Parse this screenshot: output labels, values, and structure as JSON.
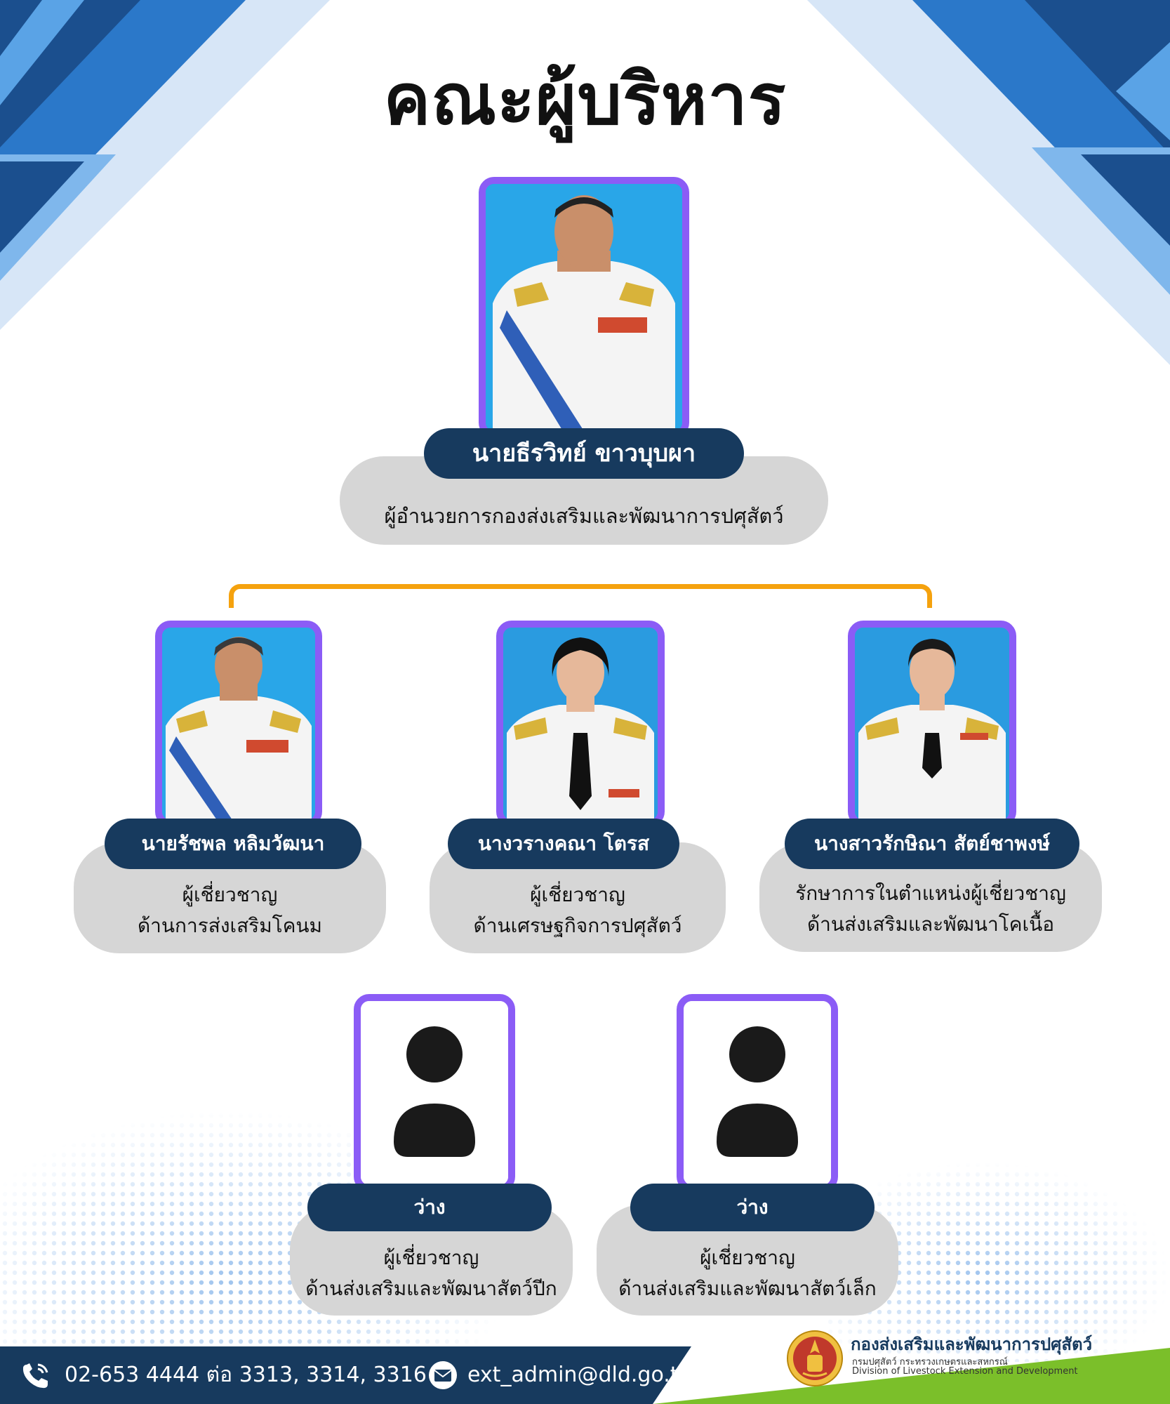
{
  "title": "คณะผู้บริหาร",
  "colors": {
    "frame_purple": "#8b5cf6",
    "name_navy": "#173a5e",
    "role_gray": "#d6d6d6",
    "connector_orange": "#f5a20e",
    "photo_blue": "#29a6e8"
  },
  "director": {
    "name": "นายธีรวิทย์ ขาวบุบผา",
    "role": "ผู้อำนวยการกองส่งเสริมและพัฒนาการปศุสัตว์"
  },
  "experts": [
    {
      "name": "นายรัชพล หลิมวัฒนา",
      "role_line1": "ผู้เชี่ยวชาญ",
      "role_line2": "ด้านการส่งเสริมโคนม"
    },
    {
      "name": "นางวรางคณา โตรส",
      "role_line1": "ผู้เชี่ยวชาญ",
      "role_line2": "ด้านเศรษฐกิจการปศุสัตว์"
    },
    {
      "name": "นางสาวรักษิณา สัตย์ชาพงษ์",
      "role_line1": "รักษาการในตำแหน่งผู้เชี่ยวชาญ",
      "role_line2": "ด้านส่งเสริมและพัฒนาโคเนื้อ"
    }
  ],
  "vacancies": [
    {
      "name": "ว่าง",
      "role_line1": "ผู้เชี่ยวชาญ",
      "role_line2": "ด้านส่งเสริมและพัฒนาสัตว์ปีก"
    },
    {
      "name": "ว่าง",
      "role_line1": "ผู้เชี่ยวชาญ",
      "role_line2": "ด้านส่งเสริมและพัฒนาสัตว์เล็ก"
    }
  ],
  "footer": {
    "phone_icon": "phone-icon",
    "phone": "02-653 4444 ต่อ 3313, 3314, 3316",
    "email_icon": "email-icon",
    "email": "ext_admin@dld.go.th"
  },
  "org": {
    "name_th": "กองส่งเสริมและพัฒนาการปศุสัตว์",
    "dept_th": "กรมปศุสัตว์ กระทรวงเกษตรและสหกรณ์",
    "name_en": "Division of Livestock Extension and Development"
  }
}
